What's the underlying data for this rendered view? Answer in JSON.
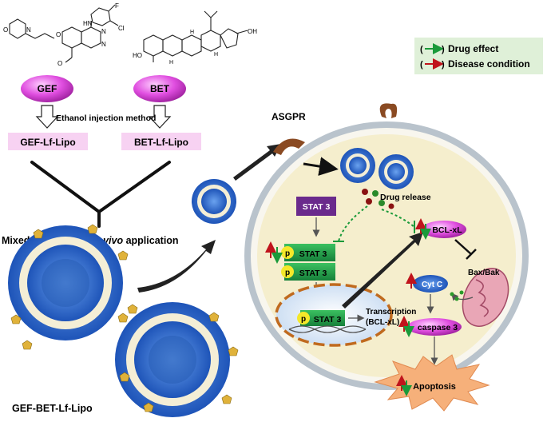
{
  "legend": {
    "drug_effect": "Drug effect",
    "disease_condition": "Disease condition",
    "drug_effect_color": "#1a9a3a",
    "disease_condition_color": "#c0141c"
  },
  "left": {
    "gef_label": "GEF",
    "bet_label": "BET",
    "method_label": "Ethanol injection method",
    "gef_lipo_label": "GEF-Lf-Lipo",
    "bet_lipo_label": "BET-Lf-Lipo",
    "mixed_prefix": "Mixed together for ",
    "mixed_italic": "in vivo",
    "mixed_suffix": " application",
    "final_label": "GEF-BET-Lf-Lipo",
    "molecule_gef_atoms": [
      "F",
      "Cl",
      "HN",
      "N",
      "N",
      "O",
      "O",
      "N",
      "O"
    ],
    "molecule_bet_atoms": [
      "HO",
      "OH",
      "H",
      "H",
      "H"
    ]
  },
  "cell": {
    "receptor_label": "ASGPR",
    "drug_release_label": "Drug release",
    "stat3_label": "STAT 3",
    "p_label": "p",
    "bclxl_label": "BCL-xL",
    "baxbak_label": "Bax/Bak",
    "cytc_label": "Cyt C",
    "caspase_label": "caspase 3",
    "transcription_label": "Transcription",
    "transcription_target": "(BCL-xL)",
    "apoptosis_label": "Apoptosis"
  },
  "colors": {
    "magenta": "#d63fd6",
    "stat_green": "#22a84a",
    "stat3_purple": "#6a2a8c",
    "cell_fill": "#f5eecd",
    "membrane_head": "#9aa6b2",
    "lipo_blue": "#2e6fd1",
    "receptor_brown": "#8a4a22",
    "nucleus_border": "#c06a1e",
    "apoptosis_fill": "#f6b07a"
  }
}
